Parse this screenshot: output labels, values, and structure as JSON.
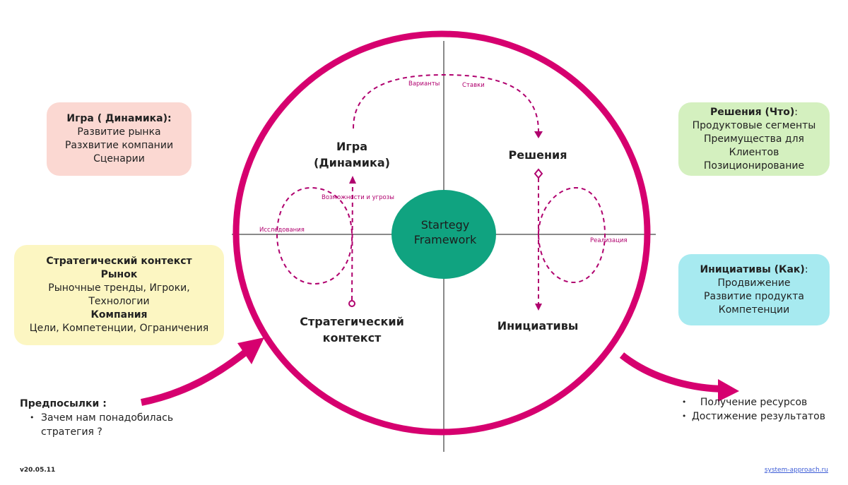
{
  "colors": {
    "ring": "#d6006f",
    "dash": "#b0006e",
    "axis": "#8a8a8a",
    "center": "#10a380",
    "game_box": "#fbd8d2",
    "context_box": "#fcf6c2",
    "decisions_box": "#d4f0bf",
    "initiatives_box": "#a7eaf0"
  },
  "center": {
    "line1": "Startegy",
    "line2": "Framework"
  },
  "quadrants": {
    "game": {
      "line1": "Игра",
      "line2": "(Динамика)"
    },
    "decisions": {
      "line1": "Решения"
    },
    "context": {
      "line1": "Стратегический",
      "line2": "контекст"
    },
    "initiatives": {
      "line1": "Инициативы"
    }
  },
  "flow_labels": {
    "variants": "Варианты",
    "bets": "Ставки",
    "opportunities": "Возможности и угрозы",
    "research": "Исследования",
    "realization": "Реализация"
  },
  "boxes": {
    "game": {
      "title": "Игра ( Динамика):",
      "items": [
        "Развитие рынка",
        "Разхвитие компании",
        "Сценарии"
      ]
    },
    "decisions": {
      "title": "Решения (Что)",
      "title_suffix": ":",
      "items": [
        "Продуктовые сегменты",
        "Преимущества для Клиентов",
        "Позиционирование"
      ]
    },
    "context": {
      "title": "Стратегический контекст",
      "market": "Рынок",
      "market_items": "Рыночные тренды, Игроки, Технологии",
      "company": "Компания",
      "company_items": "Цели, Компетенции, Ограничения"
    },
    "initiatives": {
      "title": "Инициативы (Как)",
      "title_suffix": ":",
      "items": [
        "Продвижение",
        "Развитие продукта",
        "Компетенции"
      ]
    }
  },
  "prerequisites": {
    "title": "Предпосылки :",
    "items": [
      "Зачем нам понадобилась",
      "стратегия ?"
    ]
  },
  "outcomes": {
    "items": [
      "Получение ресурсов",
      "Достижение результатов"
    ]
  },
  "footer": {
    "version": "v20.05.11",
    "site": "system-approach.ru"
  }
}
